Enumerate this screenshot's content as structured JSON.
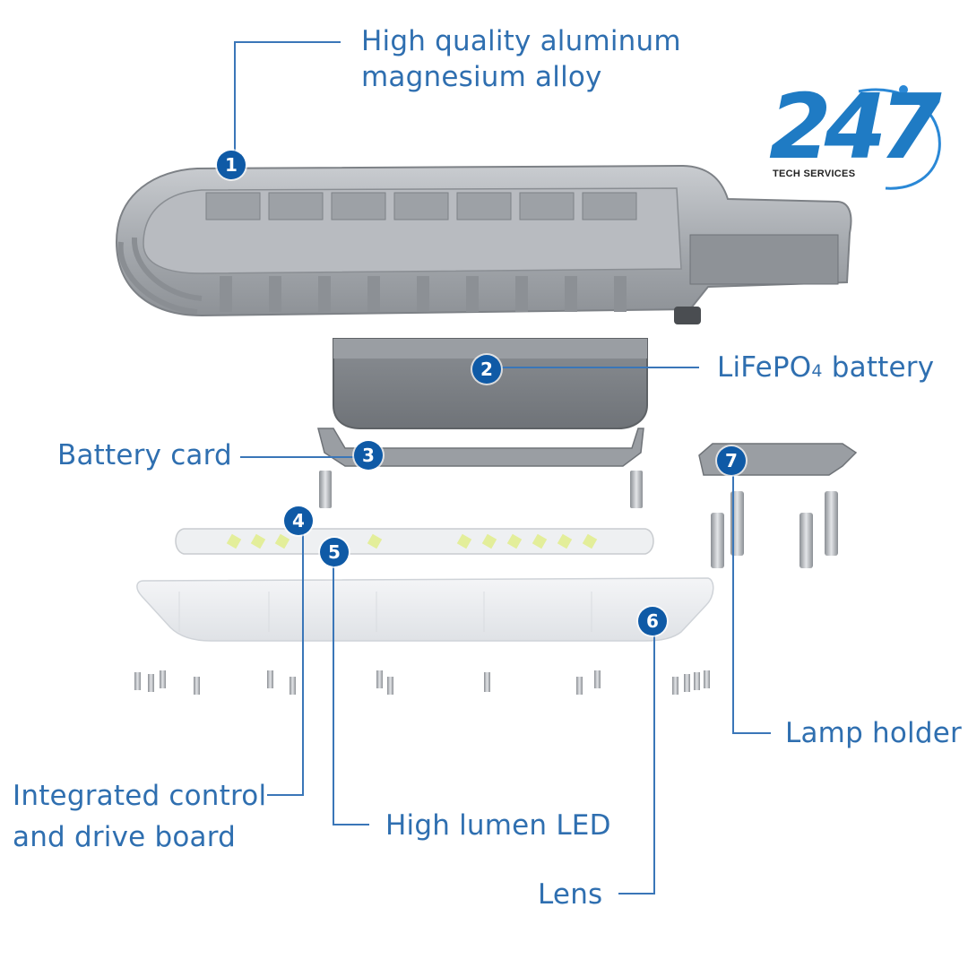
{
  "labels": {
    "part1_line1": "High quality aluminum",
    "part1_line2": "magnesium alloy",
    "part2_main": "LiFePO",
    "part2_sub": "4",
    "part2_rest": " battery",
    "part3": "Battery card",
    "part4_line1": "Integrated control",
    "part4_line2": "and drive board",
    "part5": "High lumen LED",
    "part6": "Lens",
    "part7": "Lamp holder"
  },
  "numbers": [
    "1",
    "2",
    "3",
    "4",
    "5",
    "6",
    "7"
  ],
  "logo": {
    "mark": "247",
    "tagline": "TECH SERVICES",
    "color": "#1f7bc4"
  },
  "colors": {
    "label": "#2f6fb0",
    "leader": "#3a76b8",
    "badge": "#0f5aa6",
    "metal": "#a9adb2",
    "metal_dark": "#7f8388",
    "lens": "#eef0f3"
  }
}
